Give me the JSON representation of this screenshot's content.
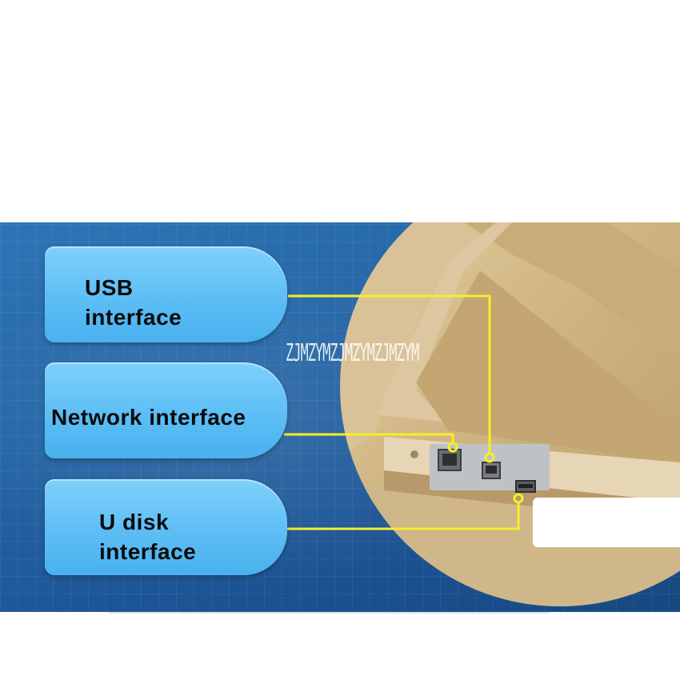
{
  "labels": {
    "usb": [
      "USB",
      "interface"
    ],
    "network": [
      "Network interface"
    ],
    "udisk": [
      "U disk",
      "interface"
    ]
  },
  "watermark": "ZJMZYMZJMZYMZJMZYM",
  "colors": {
    "background_blue": "#2566a6",
    "label_blue": "#5dbef5",
    "connector_yellow": "#f5ee2a",
    "device_gold": "#cdb27f"
  }
}
